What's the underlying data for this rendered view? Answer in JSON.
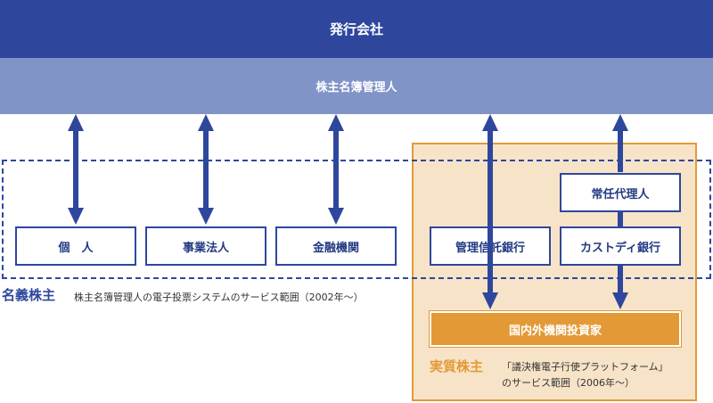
{
  "issuer": "発行会社",
  "registrar": "株主名簿管理人",
  "nominee_boxes": {
    "individual": "個　人",
    "corporation": "事業法人",
    "financial": "金融機関",
    "trust_bank": "管理信託銀行",
    "custodian": "カストディ銀行",
    "standing_proxy": "常任代理人"
  },
  "beneficial_box": "国内外機関投資家",
  "nominee_label": {
    "title": "名義株主",
    "desc": "株主名簿管理人の電子投票システムのサービス範囲（2002年〜）"
  },
  "beneficial_label": {
    "title": "実質株主",
    "desc": "「議決権電子行使プラットフォーム」\nのサービス範囲（2006年〜）"
  },
  "colors": {
    "navy": "#2e479d",
    "light_blue": "#8194c8",
    "orange": "#e39a36",
    "beige": "#f7e3c8"
  }
}
